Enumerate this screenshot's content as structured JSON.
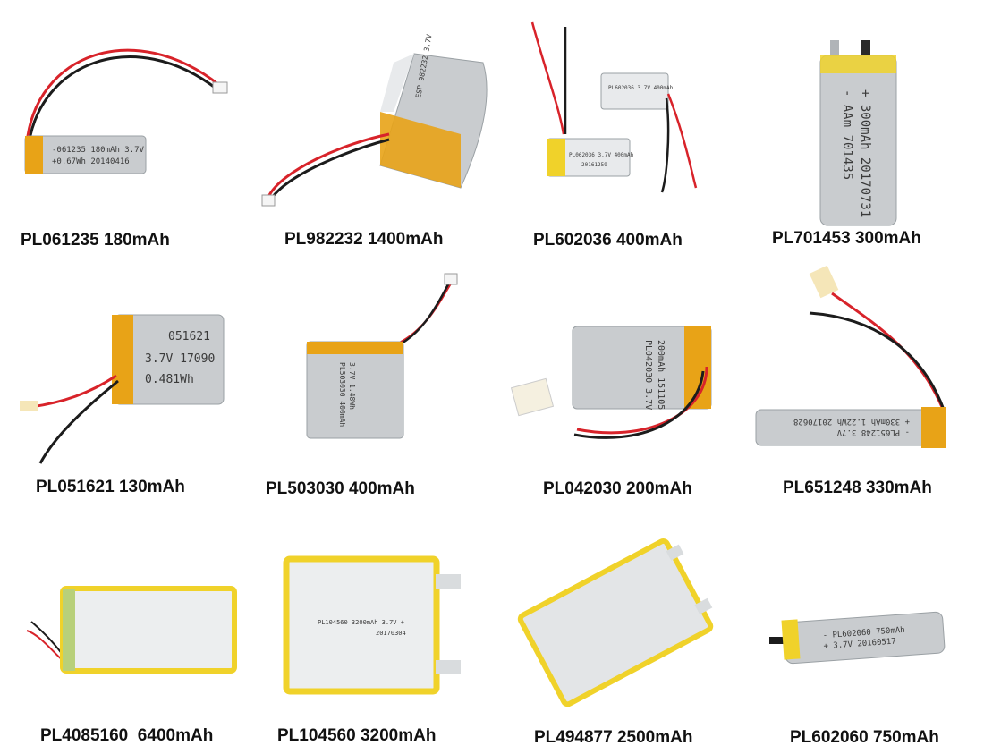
{
  "captions": [
    "PL061235 180mAh",
    "PL982232 1400mAh",
    "PL602036 400mAh",
    "PL701453 300mAh",
    "PL051621 130mAh",
    "PL503030 400mAh",
    "PL042030 200mAh",
    "PL651248 330mAh",
    "PL4085160  6400mAh",
    "PL104560 3200mAh",
    "PL494877 2500mAh",
    "PL602060 750mAh"
  ],
  "battery_prints": {
    "b1": [
      "-061235 180mAh 3.7V",
      "+0.67Wh  20140416"
    ],
    "b2": [
      "ESP 982232 3.7V"
    ],
    "b3a": [
      "PL602036 3.7V 400mAh"
    ],
    "b3b": [
      "PL062036 3.7V 400mAh",
      "20161259"
    ],
    "b4": [
      "- AAm 701435",
      "+ 300mAh 20170731"
    ],
    "b5": [
      "051621",
      "3.7V 17090",
      "0.481Wh"
    ],
    "b6": [
      "PL503030 400mAh",
      "3.7V 1.48Wh"
    ],
    "b7": [
      "PL042030 3.7V",
      "200mAh 151105"
    ],
    "b8": [
      "- PL651248 3.7V",
      "+ 330mAh 1.22Wh 20170628"
    ],
    "b10": [
      "PL104560 3200mAh 3.7V +",
      "20170304"
    ],
    "b12": [
      "- PL602060 750mAh",
      "+ 3.7V  20160517"
    ]
  },
  "colors": {
    "foil": "#c9cccf",
    "foil_light": "#e8eaec",
    "kapton": "#e8a317",
    "wire_red": "#d8232a",
    "wire_black": "#1c1c1c",
    "yellow_tape": "#f0d22a"
  }
}
